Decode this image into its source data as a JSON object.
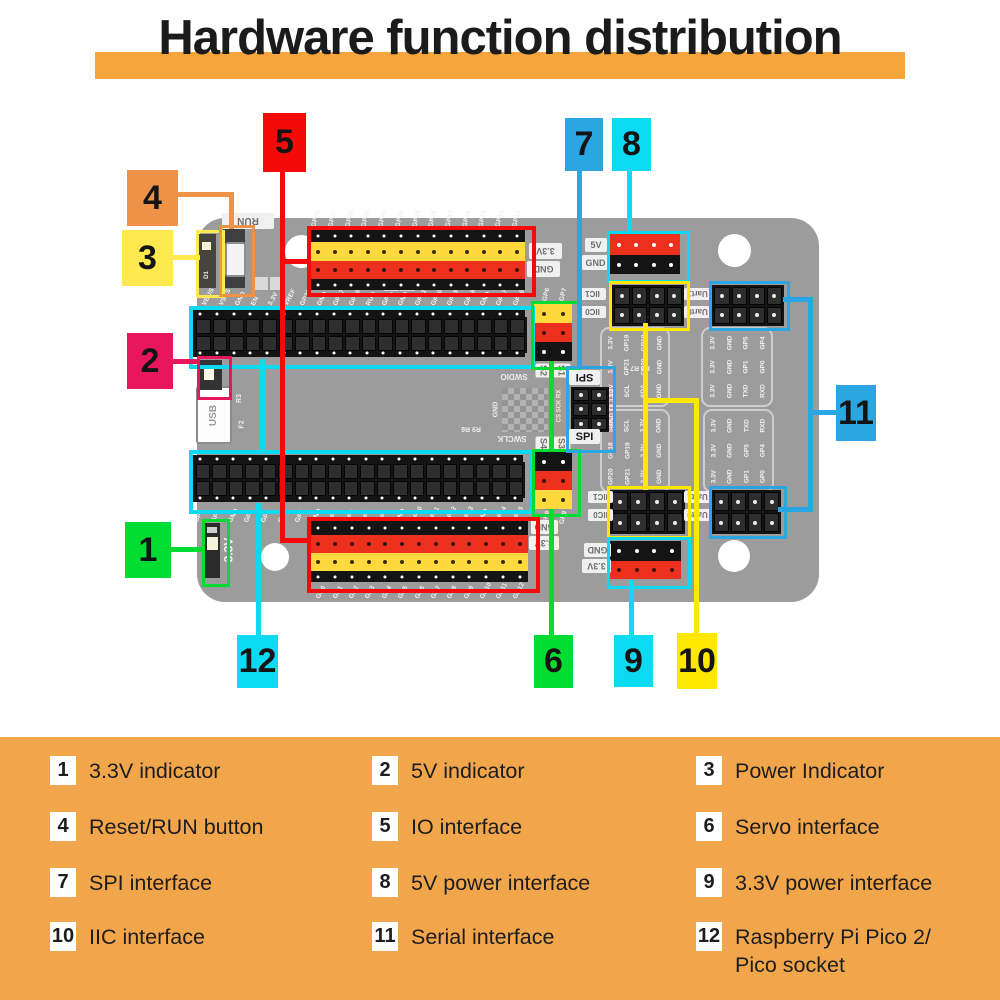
{
  "title": {
    "text": "Hardware function distribution"
  },
  "legend": {
    "items": [
      {
        "num": "1",
        "label": "3.3V indicator"
      },
      {
        "num": "2",
        "label": "5V indicator"
      },
      {
        "num": "3",
        "label": "Power Indicator"
      },
      {
        "num": "4",
        "label": "Reset/RUN button"
      },
      {
        "num": "5",
        "label": "IO interface"
      },
      {
        "num": "6",
        "label": "Servo interface"
      },
      {
        "num": "7",
        "label": "SPI interface"
      },
      {
        "num": "8",
        "label": "5V power interface"
      },
      {
        "num": "9",
        "label": "3.3V power interface"
      },
      {
        "num": "10",
        "label": "IIC interface"
      },
      {
        "num": "11",
        "label": "Serial interface"
      },
      {
        "num": "12",
        "label": "Raspberry Pi Pico 2/ Pico socket"
      }
    ]
  },
  "callouts": {
    "c1": {
      "num": "1",
      "color": "#00DC32"
    },
    "c2": {
      "num": "2",
      "color": "#E8175D"
    },
    "c3": {
      "num": "3",
      "color": "#FFE94E"
    },
    "c4": {
      "num": "4",
      "color": "#EE9248"
    },
    "c5": {
      "num": "5",
      "color": "#F50A0A"
    },
    "c6": {
      "num": "6",
      "color": "#00DC32"
    },
    "c7": {
      "num": "7",
      "color": "#2AA7E3"
    },
    "c8": {
      "num": "8",
      "color": "#0CDAF2"
    },
    "c9": {
      "num": "9",
      "color": "#0CDAF2"
    },
    "c10": {
      "num": "10",
      "color": "#FFE800"
    },
    "c11": {
      "num": "11",
      "color": "#2AA7E3"
    },
    "c12": {
      "num": "12",
      "color": "#0CDAF2"
    }
  },
  "colors": {
    "highlight": "#F5A53B",
    "legend_bg": "#F2A64C",
    "board": "#9C9C9C",
    "header_yellow": "#FFD93E",
    "header_red": "#ED2F1D",
    "header_black": "#141414"
  },
  "board": {
    "tags": {
      "run": "RUN",
      "v5": "5V",
      "gnd1": "GND",
      "io_v33": "3.3V",
      "io_gnd": "GND",
      "io2_gnd": "GND",
      "io2_v33": "3.3V",
      "iic1": "IIC1",
      "iic0": "IIC0",
      "uart1": "Uart1",
      "uart0": "Uart0",
      "gndb": "GND",
      "v33b": "3.3V",
      "spi": "SPI",
      "s1": "S1",
      "s2": "S2",
      "s3": "S3",
      "s4": "S4",
      "usb": "USB",
      "v33big": "3.3V",
      "d1": "D1",
      "swdio": "SWDIO",
      "swclk": "SWCLK",
      "gnd_swd": "GND",
      "spi_left": "CS SCK RX",
      "spi_right": "GND TX 3.3V",
      "r3": "R3",
      "f2": "F2",
      "r9r6": "R9 R6",
      "r5r7": "R5 R7"
    },
    "pins": {
      "pico_top": [
        "VBUS",
        "VSYS",
        "GND",
        "EN",
        "3.3V",
        "VREF",
        "GP28",
        "GND",
        "GP27",
        "GP26",
        "RUN",
        "GP22",
        "GND",
        "GP21",
        "GP20",
        "GP19",
        "GP18",
        "GND",
        "GP17",
        "GP16"
      ],
      "pico_bottom": [
        "GP0",
        "GP1",
        "GND",
        "GP2",
        "GP3",
        "GP4",
        "GP5",
        "GND",
        "GP6",
        "GP7",
        "GP8",
        "GP9",
        "GND",
        "GP10",
        "GP11",
        "GP12",
        "GP13",
        "GND",
        "GP14",
        "GP15"
      ],
      "io_top": [
        "GP28",
        "GP27",
        "GP26",
        "GP22",
        "GP21",
        "GP20",
        "GP19",
        "GP18",
        "GP17",
        "GP16",
        "GP15",
        "GP14",
        "GP13"
      ],
      "io_bottom": [
        "GP0",
        "GP1",
        "GP2",
        "GP3",
        "GP4",
        "GP5",
        "GP6",
        "GP7",
        "GP8",
        "GP9",
        "GP10",
        "GP11",
        "GP12"
      ],
      "servo_top": [
        "GP6",
        "GP7"
      ],
      "servo_bottom": [
        "GP8",
        "GP9"
      ],
      "iic_top_grid": [
        [
          "3.3V",
          "GP19",
          "GP18",
          "GND"
        ],
        [
          "3.3V",
          "GP21",
          "GP20",
          "GND"
        ],
        [
          "3.3V",
          "SCL",
          "SDA",
          "GND"
        ]
      ],
      "iic_bottom_grid": [
        [
          "SDA",
          "SCL",
          "3.3V",
          "GND"
        ],
        [
          "GP18",
          "GP19",
          "3.3V",
          "GND"
        ],
        [
          "GP20",
          "GP21",
          "3.3V",
          "GND"
        ]
      ],
      "uart_top_grid": [
        [
          "3.3V",
          "GND",
          "GP5",
          "GP4"
        ],
        [
          "3.3V",
          "GND",
          "GP1",
          "GP0"
        ],
        [
          "3.3V",
          "GND",
          "TXD",
          "RXD"
        ]
      ],
      "uart_bottom_grid": [
        [
          "3.3V",
          "GND",
          "TXD",
          "RXD"
        ],
        [
          "3.3V",
          "GND",
          "GP5",
          "GP4"
        ],
        [
          "3.3V",
          "GND",
          "GP1",
          "GP0"
        ]
      ]
    }
  }
}
